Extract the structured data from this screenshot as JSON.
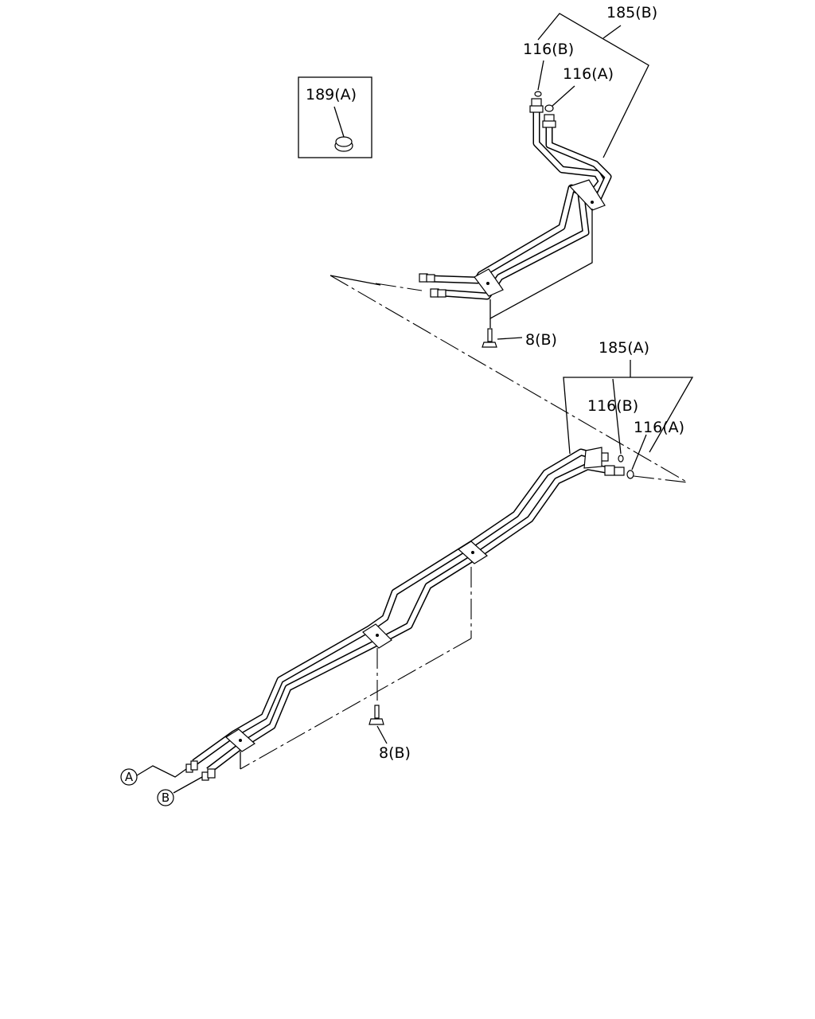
{
  "labels": {
    "upper_assembly": "185(B)",
    "upper_ring_b": "116(B)",
    "upper_ring_a": "116(A)",
    "grommet": "189(A)",
    "upper_bolt": "8(B)",
    "lower_assembly": "185(A)",
    "lower_ring_b": "116(B)",
    "lower_ring_a": "116(A)",
    "lower_bolt": "8(B)",
    "connector_a": "A",
    "connector_b": "B"
  }
}
